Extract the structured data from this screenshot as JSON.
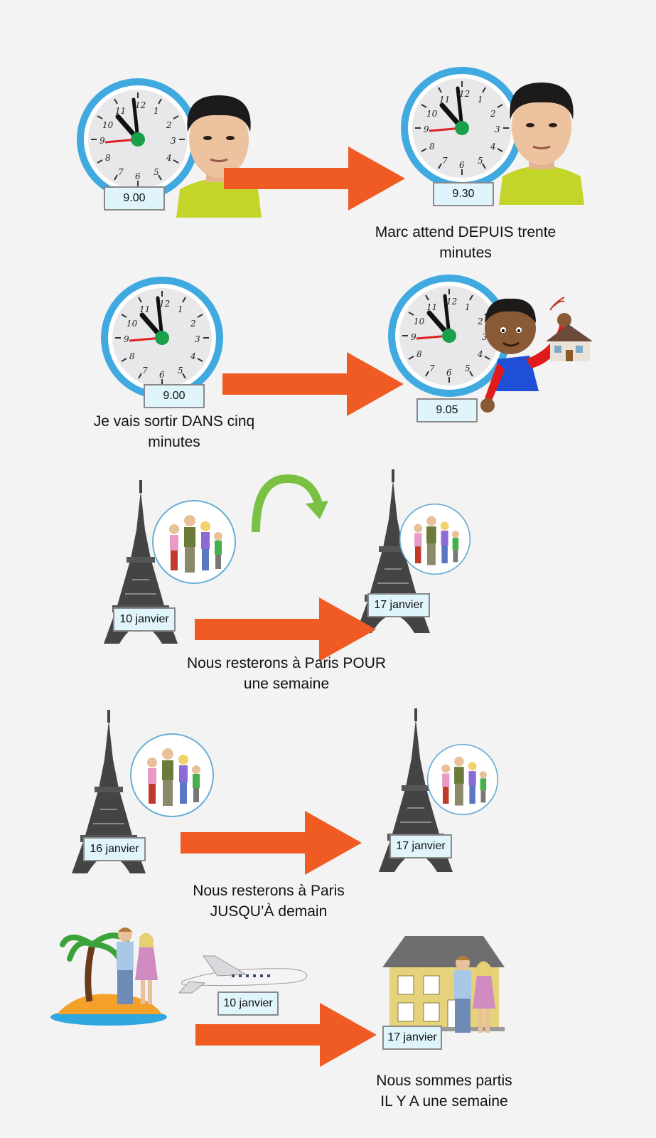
{
  "colors": {
    "arrow": "#f05a23",
    "clock_ring": "#3fa9e0",
    "label_bg": "#dff4fb",
    "curve_arrow": "#7ac143"
  },
  "sections": {
    "depuis": {
      "time_before": "9.00",
      "time_after": "9.30",
      "caption_line1": "Marc attend DEPUIS trente",
      "caption_line2": "minutes"
    },
    "dans": {
      "time_before": "9.00",
      "time_after": "9.05",
      "caption_line1": "Je vais sortir DANS cinq",
      "caption_line2": "minutes"
    },
    "pour": {
      "date_before": "10 janvier",
      "date_after": "17 janvier",
      "caption_line1": "Nous resterons à Paris POUR",
      "caption_line2": "une semaine"
    },
    "jusqua": {
      "date_before": "16 janvier",
      "date_after": "17 janvier",
      "caption_line1": "Nous resterons à Paris",
      "caption_line2": "JUSQU’À demain"
    },
    "ilya": {
      "date_flight": "10 janvier",
      "date_after": "17 janvier",
      "caption_line1": "Nous sommes partis",
      "caption_line2": "IL Y A une semaine"
    }
  },
  "icons": [
    "clock-icon",
    "man-face-icon",
    "boy-waving-icon",
    "house-icon",
    "eiffel-tower-icon",
    "family-icon",
    "island-icon",
    "couple-icon",
    "airplane-icon",
    "arrow-right-icon",
    "curved-arrow-icon"
  ]
}
